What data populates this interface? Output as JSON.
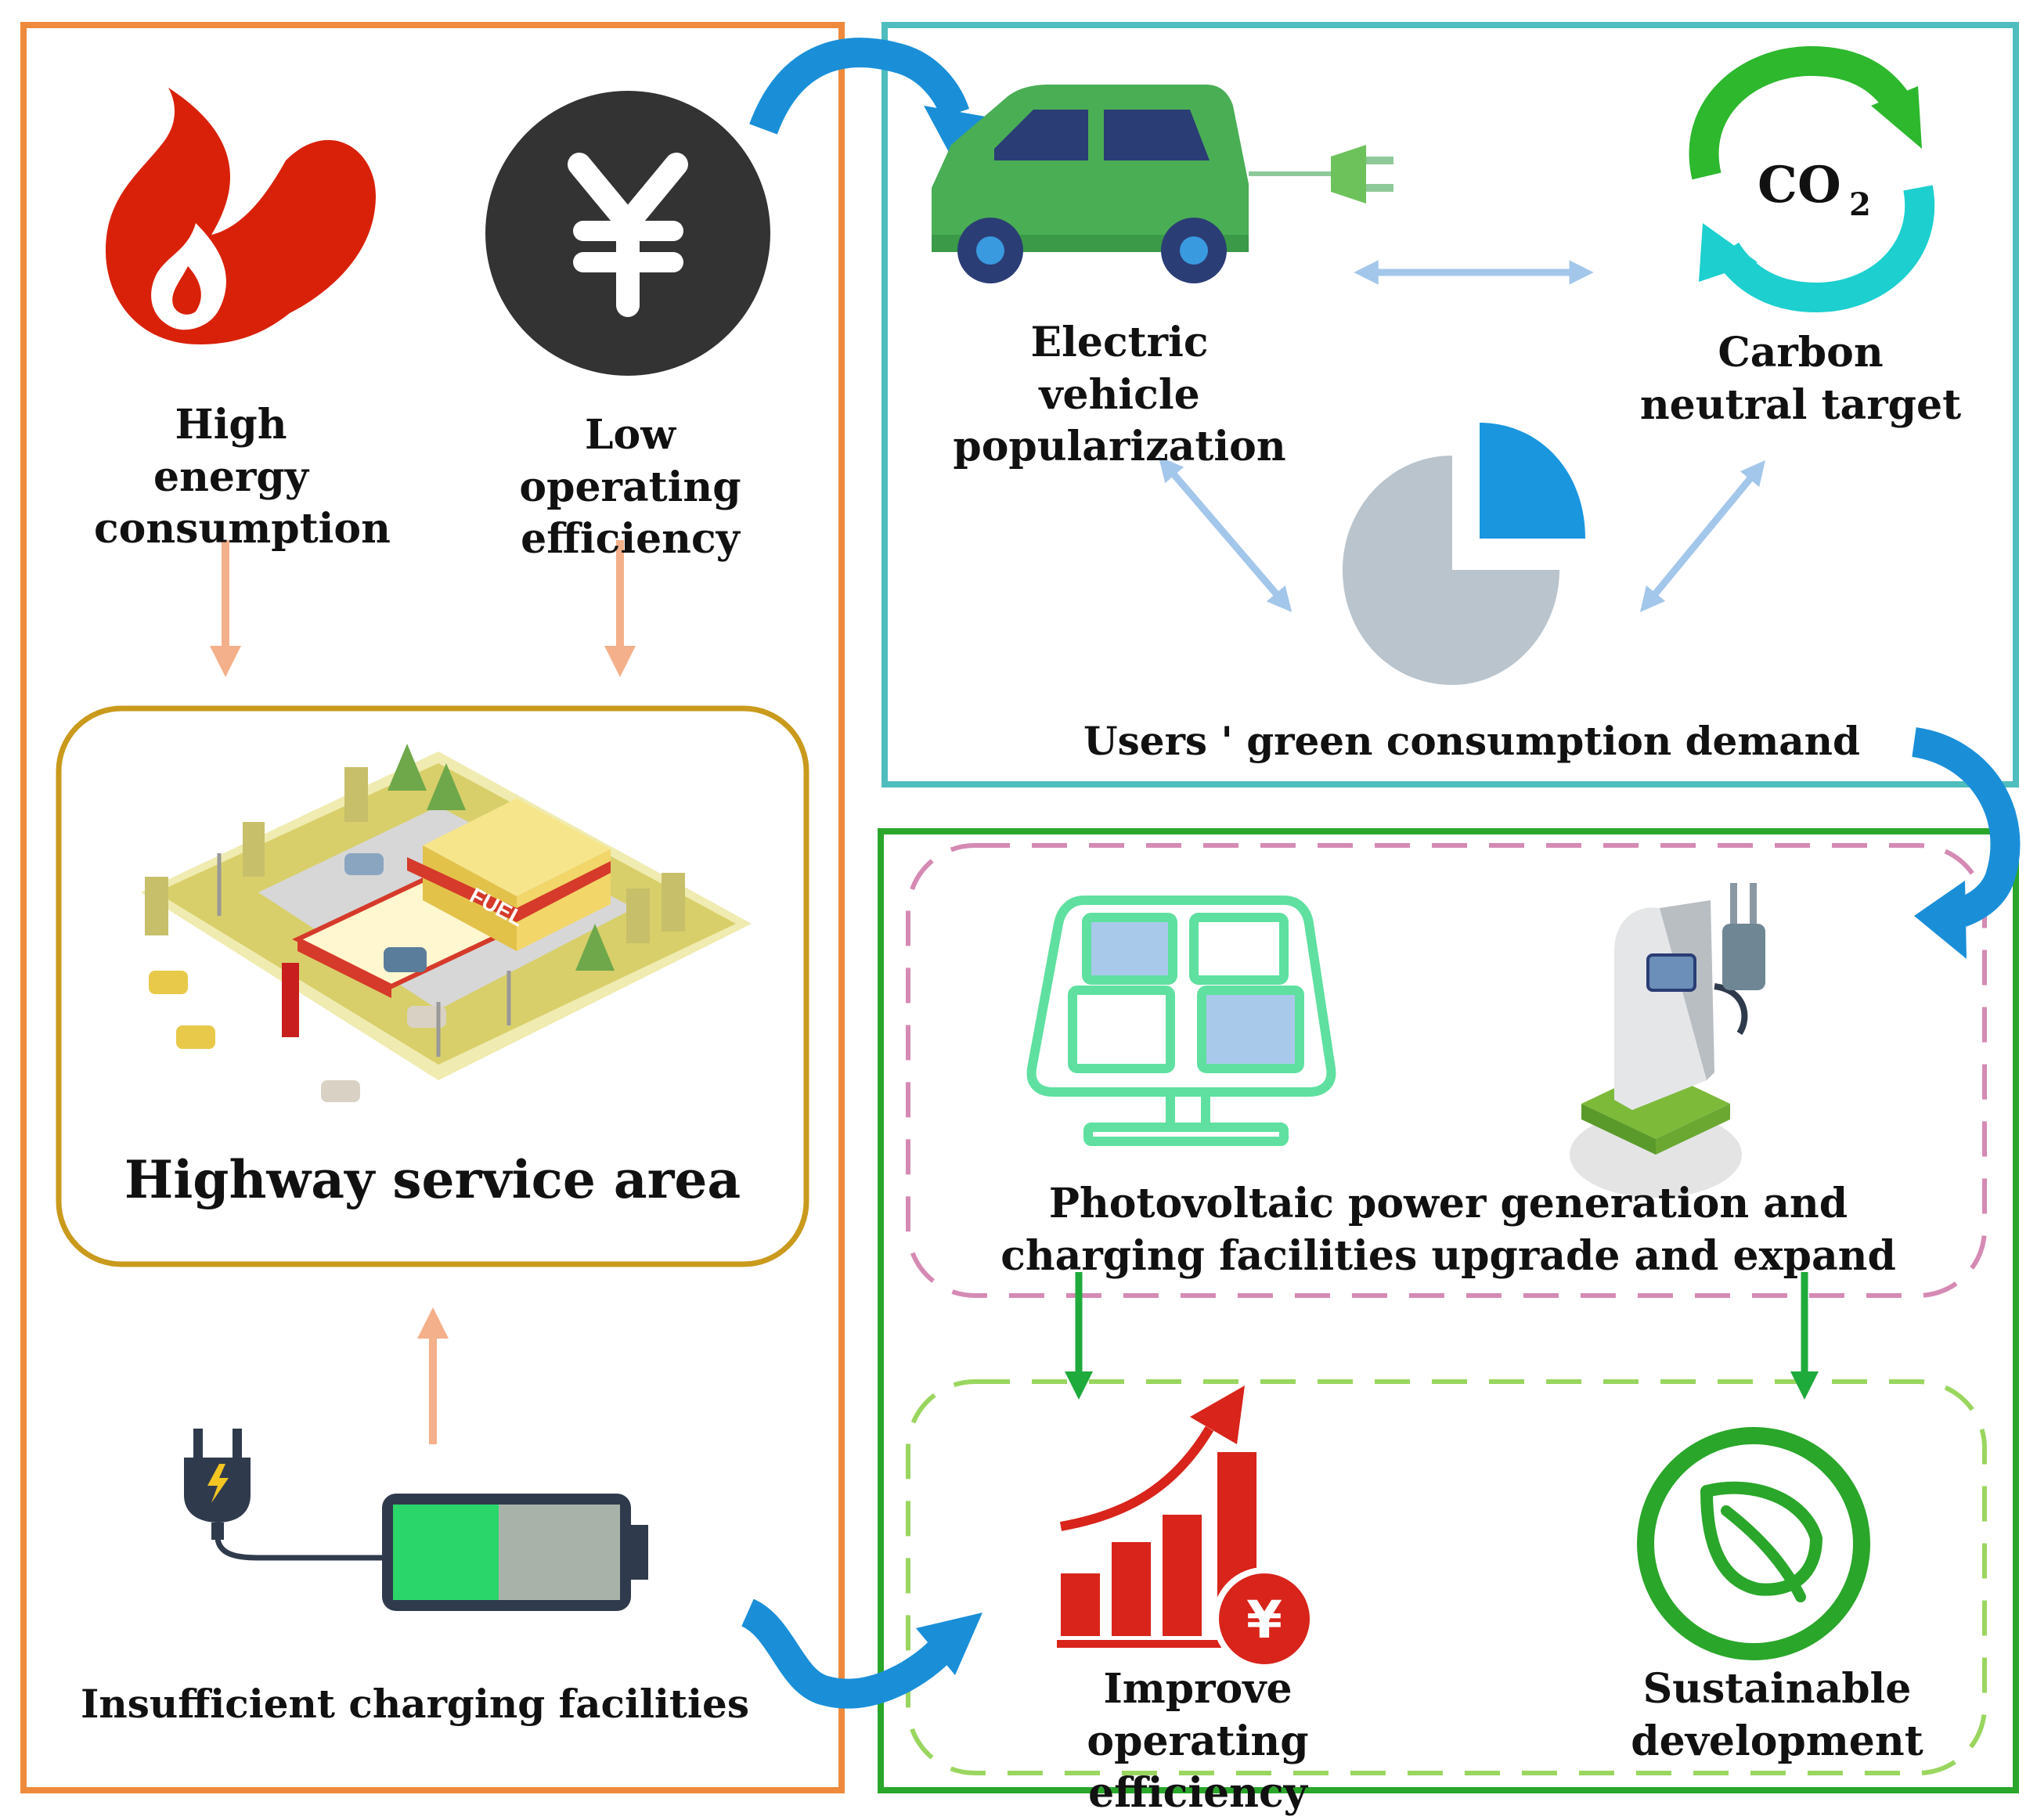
{
  "left_panel": {
    "high_energy_label": "High energy consumption",
    "low_efficiency_label": "Low operating efficiency",
    "service_area_label": "Highway service area",
    "insufficient_charging_label": "Insufficient charging facilities",
    "yen_symbol": "¥",
    "fuel_sign": "FUEL"
  },
  "top_right_panel": {
    "ev_label": "Electric vehicle popularization",
    "carbon_label": "Carbon neutral target",
    "co2_text": "CO",
    "co2_subscript": "2",
    "demand_label": "Users ' green consumption demand"
  },
  "bottom_right_panel": {
    "pv_label": "Photovoltaic power generation and charging facilities upgrade and expand",
    "improve_label": "Improve operating efficiency",
    "sustainable_label": "Sustainable development",
    "yen_symbol": "¥"
  },
  "colors": {
    "left_border": "#ef8a3c",
    "top_right_border": "#4fbdbd",
    "bottom_right_border": "#2aa62a",
    "flame": "#d9210a",
    "coin": "#333333",
    "ev_green": "#4aae55",
    "co2_green": "#2db82d",
    "co2_cyan": "#1dcfcf",
    "pie_grey": "#b9c4cd",
    "pie_blue": "#1a96df",
    "curved_arrow": "#1a8fd8",
    "orange_arrow": "#f4b08a",
    "light_blue_arrow": "#a3c7ea",
    "green_arrow": "#1faa3c",
    "pink_dash": "#d58ab4",
    "lime_dash": "#9ad65f",
    "red_chart": "#d8241a"
  }
}
